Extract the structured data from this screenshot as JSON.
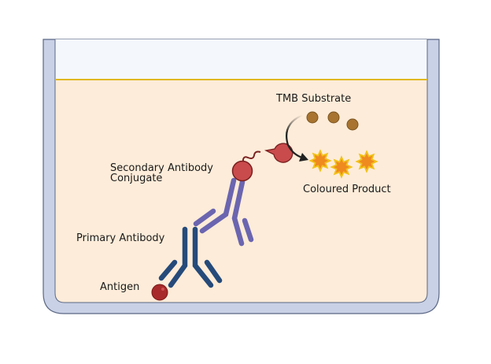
{
  "labels": {
    "substrate": "TMB Substrate",
    "secondary_line1": "Secondary Antibody",
    "secondary_line2": "Conjugate",
    "product": "Coloured Product",
    "primary": "Primary Antibody",
    "antigen": "Antigen"
  },
  "colors": {
    "well_wall": "#c9d1e6",
    "well_outline": "#5b6784",
    "liquid": "#fdecd9",
    "air": "#f4f8fd",
    "meniscus": "#e0b820",
    "primary_antibody": "#254a7a",
    "secondary_antibody": "#6b65b0",
    "enzyme": "#c94b4b",
    "antigen": "#a82a2a",
    "substrate": "#a87430",
    "product": "#ef8a1f"
  }
}
